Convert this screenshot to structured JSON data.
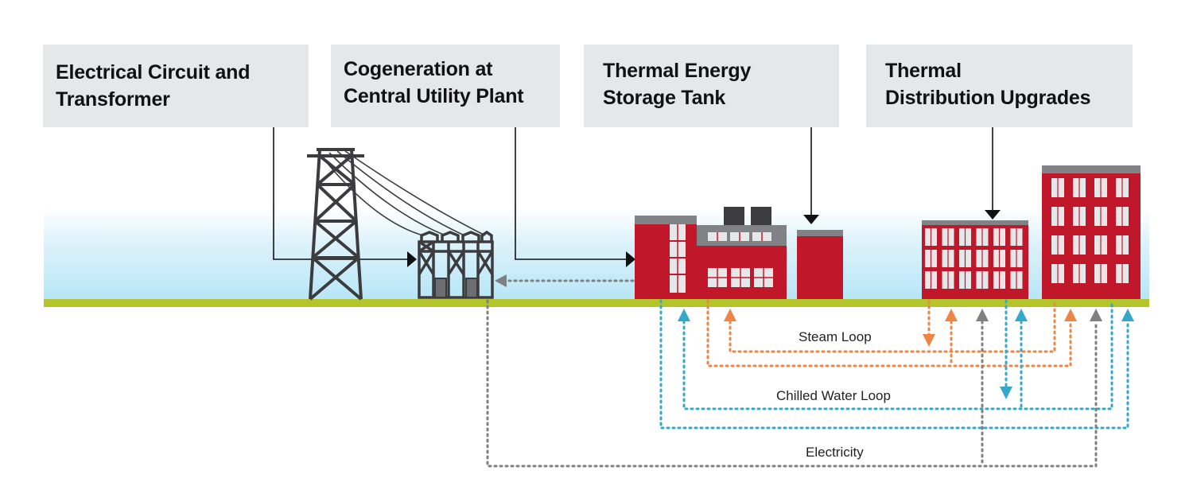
{
  "labels": {
    "electrical": {
      "line1": "Electrical Circuit and",
      "line2": "Transformer"
    },
    "cogeneration": {
      "line1": "Cogeneration at",
      "line2": "Central Utility Plant"
    },
    "thermal_storage": {
      "line1": "Thermal Energy",
      "line2": "Storage Tank"
    },
    "distribution": {
      "line1": "Thermal",
      "line2": "Distribution Upgrades"
    }
  },
  "loops": {
    "steam": "Steam Loop",
    "chilled_water": "Chilled Water Loop",
    "electricity": "Electricity"
  },
  "colors": {
    "building_red": "#c0182a",
    "roof_gray": "#808285",
    "steam_orange": "#ee8544",
    "chilled_blue": "#33a8c8",
    "electric_gray": "#7f8083",
    "ground_green": "#b3c52a",
    "label_box": "#e6e7e8"
  }
}
